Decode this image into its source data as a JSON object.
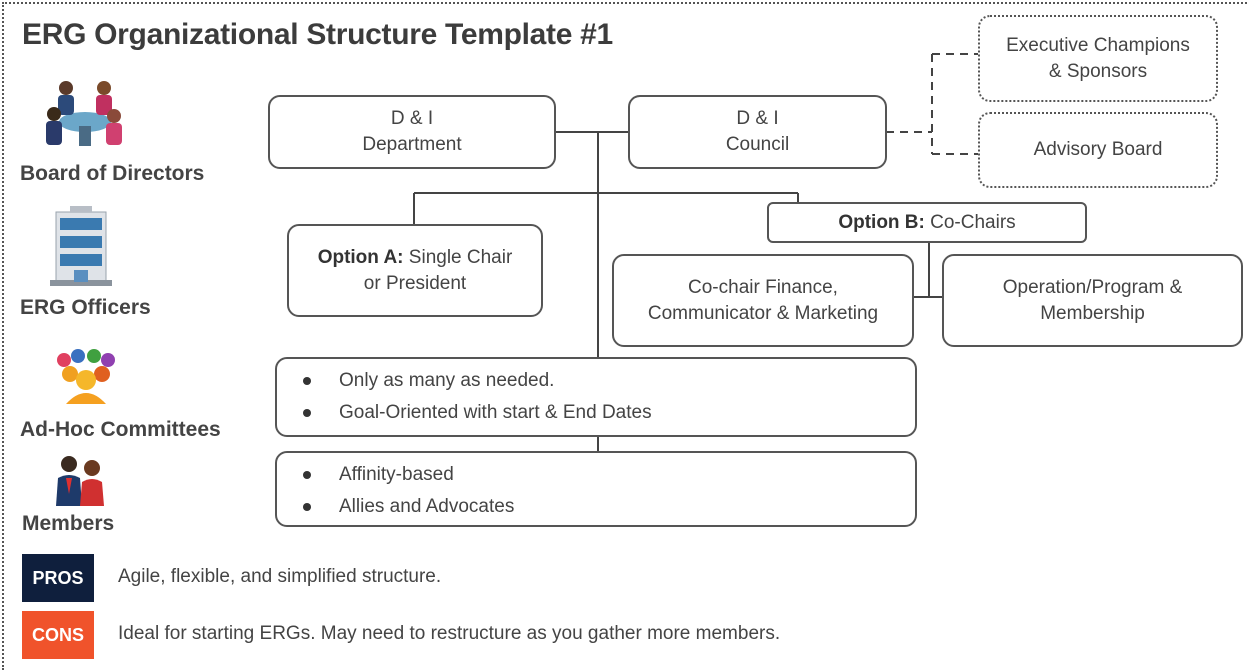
{
  "title": "ERG Organizational Structure Template #1",
  "legend": {
    "board": "Board of Directors",
    "officers": "ERG Officers",
    "committees": "Ad-Hoc Committees",
    "members": "Members"
  },
  "boxes": {
    "di_department": [
      "D & I",
      "Department"
    ],
    "di_council": [
      "D & I",
      "Council"
    ],
    "exec_champions": [
      "Executive Champions",
      "& Sponsors"
    ],
    "advisory_board": "Advisory Board",
    "option_a": {
      "label": "Option A:",
      "text1": "Single Chair",
      "text2": "or President"
    },
    "option_b": {
      "label": "Option B:",
      "text": "Co-Chairs"
    },
    "cochair_finance": [
      "Co-chair Finance,",
      "Communicator & Marketing"
    ],
    "operation_program": [
      "Operation/Program &",
      "Membership"
    ]
  },
  "committees_list": [
    "Only as many as needed.",
    "Goal-Oriented with start & End Dates"
  ],
  "members_list": [
    "Affinity-based",
    "Allies and Advocates"
  ],
  "pros": {
    "tag": "PROS",
    "text": "Agile, flexible, and simplified structure.",
    "color": "#0f1f3d"
  },
  "cons": {
    "tag": "CONS",
    "text": "Ideal for starting ERGs. May need to restructure as you gather more members.",
    "color": "#f0532b"
  }
}
